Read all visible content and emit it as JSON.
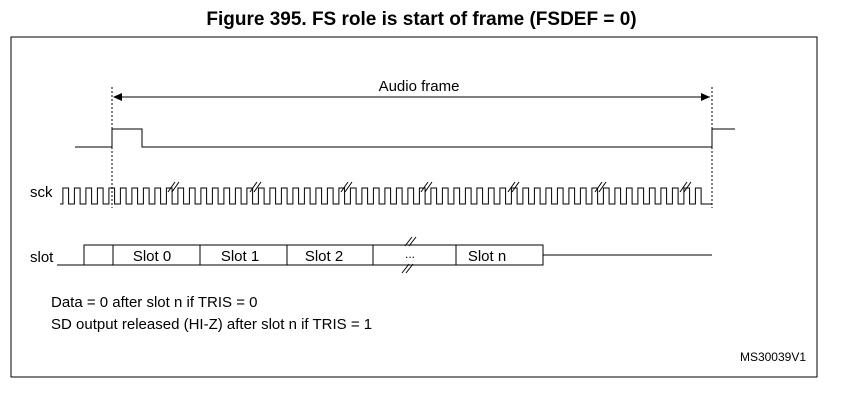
{
  "figure": {
    "title": "Figure 395. FS role is start of frame (FSDEF = 0)",
    "code": "MS30039V1"
  },
  "annotations": {
    "audio_frame": "Audio frame"
  },
  "signals": {
    "sck": "sck",
    "slot": "slot"
  },
  "slots": [
    "Slot 0",
    "Slot 1",
    "Slot 2",
    "",
    "Slot n"
  ],
  "slot_ellipsis": "...",
  "notes": [
    "Data = 0 after slot n if TRIS = 0",
    "SD output released (HI-Z) after slot n if TRIS = 1"
  ]
}
